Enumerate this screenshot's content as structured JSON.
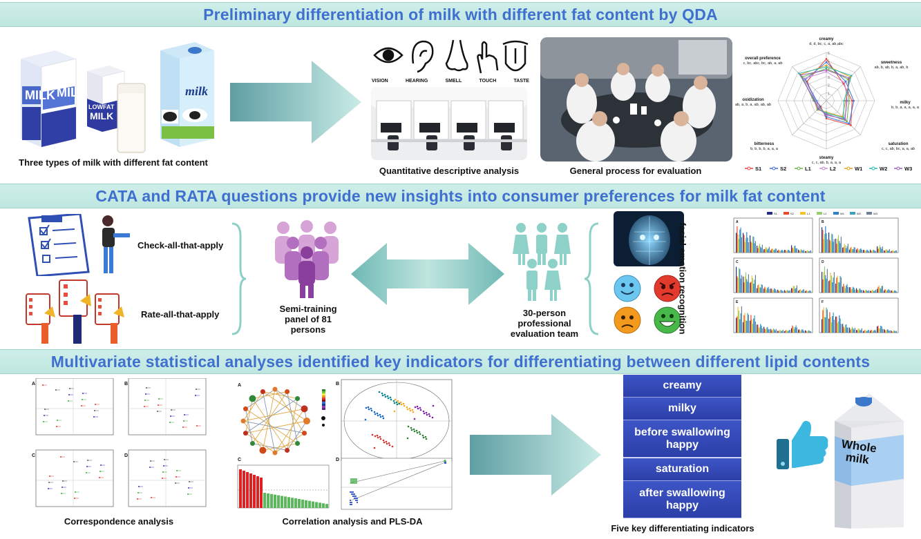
{
  "sections": [
    {
      "title": "Preliminary differentiation of milk with different fat content by QDA"
    },
    {
      "title": "CATA and RATA questions provide new insights into consumer preferences for milk fat content"
    },
    {
      "title": "Multivariate statistical analyses identified key indicators for differentiating between different lipid contents"
    }
  ],
  "row1": {
    "milk_caption": "Three types of milk with different fat content",
    "carton1_text": "MILK",
    "carton1_text2": "MILK",
    "carton2_text": "LOWFAT",
    "carton2_text2": "MILK",
    "carton3_text": "milk",
    "senses": [
      "VISION",
      "HEARING",
      "SMELL",
      "TOUCH",
      "TASTE"
    ],
    "qda_caption": "Quantitative descriptive analysis",
    "eval_caption": "General process for evaluation"
  },
  "radar": {
    "axes": [
      {
        "name": "creamy",
        "letters": "d, d, bc, c, a, ab,abc"
      },
      {
        "name": "sweetness",
        "letters": "ab, b, ab, b, a, ab, b"
      },
      {
        "name": "milky",
        "letters": "b, b, a, a, a, a, a"
      },
      {
        "name": "saturation",
        "letters": "c, c, ab, bc, a, a, ab"
      },
      {
        "name": "steamy",
        "letters": "c, c, ab, b, a, a, a"
      },
      {
        "name": "bitterness",
        "letters": "b, b, b, b, a, a, a"
      },
      {
        "name": "oxidization",
        "letters": "ab, a, b, a, ab, ab, ab"
      },
      {
        "name": "overall preference",
        "letters": "c, bc, abc, bc, ab, a, ab"
      }
    ],
    "series": [
      {
        "name": "S1",
        "color": "#e8413a",
        "values": [
          5.2,
          3.0,
          3.2,
          4.3,
          2.2,
          1.0,
          1.4,
          3.4
        ]
      },
      {
        "name": "S2",
        "color": "#3a6fd8",
        "values": [
          4.8,
          3.4,
          3.4,
          4.0,
          2.0,
          1.1,
          1.2,
          3.7
        ]
      },
      {
        "name": "L1",
        "color": "#6ab04c",
        "values": [
          4.0,
          3.8,
          2.8,
          3.6,
          1.6,
          1.2,
          1.6,
          4.2
        ]
      },
      {
        "name": "L2",
        "color": "#c58bd6",
        "values": [
          3.6,
          3.2,
          2.6,
          3.2,
          1.8,
          1.3,
          1.3,
          3.9
        ]
      },
      {
        "name": "W1",
        "color": "#e0a020",
        "values": [
          4.4,
          4.2,
          2.4,
          2.8,
          1.4,
          1.6,
          1.5,
          4.6
        ]
      },
      {
        "name": "W2",
        "color": "#27b9b0",
        "values": [
          4.2,
          4.4,
          2.2,
          3.0,
          1.5,
          1.5,
          1.4,
          4.8
        ]
      },
      {
        "name": "W3",
        "color": "#9e5fb8",
        "values": [
          3.8,
          4.0,
          2.5,
          3.3,
          1.7,
          1.4,
          1.5,
          4.5
        ]
      }
    ],
    "rings": [
      "1",
      "2",
      "3",
      "4",
      "5",
      "6"
    ]
  },
  "row2": {
    "cata": "Check-all-that-apply",
    "rata": "Rate-all-that-apply",
    "panel": "Semi-training panel of 81 persons",
    "team": "30-person professional evaluation team",
    "facial": "facial emotion recognition"
  },
  "barchart": {
    "legend": [
      "S1",
      "S2",
      "L1",
      "L2",
      "W1",
      "W2",
      "W3"
    ],
    "colors": [
      "#1f2a8a",
      "#e84a2a",
      "#f2c230",
      "#8fd06a",
      "#2f7fd0",
      "#3aa3b8",
      "#6a7f9a"
    ],
    "panels": [
      "A",
      "B",
      "C",
      "D",
      "E",
      "F"
    ]
  },
  "row3": {
    "ca_caption": "Correspondence analysis",
    "corr_caption": "Correlation analysis and PLS-DA",
    "key_caption": "Five key differentiating indicators",
    "indicators": [
      "creamy",
      "milky",
      "before swallowing happy",
      "saturation",
      "after swallowing happy"
    ],
    "carton_label": "Whole milk",
    "panel_letters": [
      "A",
      "B",
      "C",
      "D"
    ]
  }
}
